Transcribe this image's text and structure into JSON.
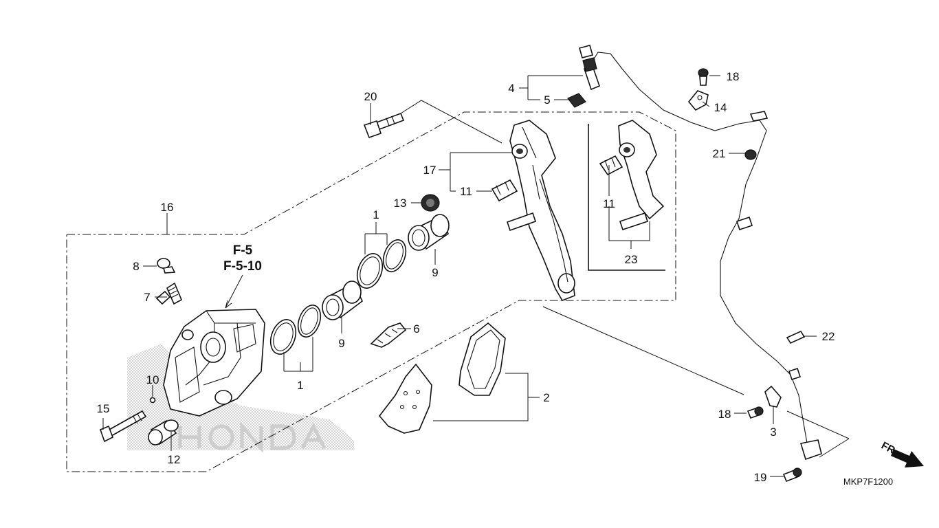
{
  "diagram": {
    "diagram_code": "MKP7F1200",
    "direction_label": "FR.",
    "references": [
      "F-5",
      "F-5-10"
    ],
    "callouts": {
      "c1a": "1",
      "c1b": "1",
      "c2": "2",
      "c3": "3",
      "c4": "4",
      "c5": "5",
      "c6": "6",
      "c7": "7",
      "c8": "8",
      "c9a": "9",
      "c9b": "9",
      "c10": "10",
      "c11a": "11",
      "c11b": "11",
      "c12": "12",
      "c13": "13",
      "c14": "14",
      "c15": "15",
      "c16": "16",
      "c17": "17",
      "c18a": "18",
      "c18b": "18",
      "c19": "19",
      "c20": "20",
      "c21": "21",
      "c22": "22",
      "c23": "23"
    }
  }
}
